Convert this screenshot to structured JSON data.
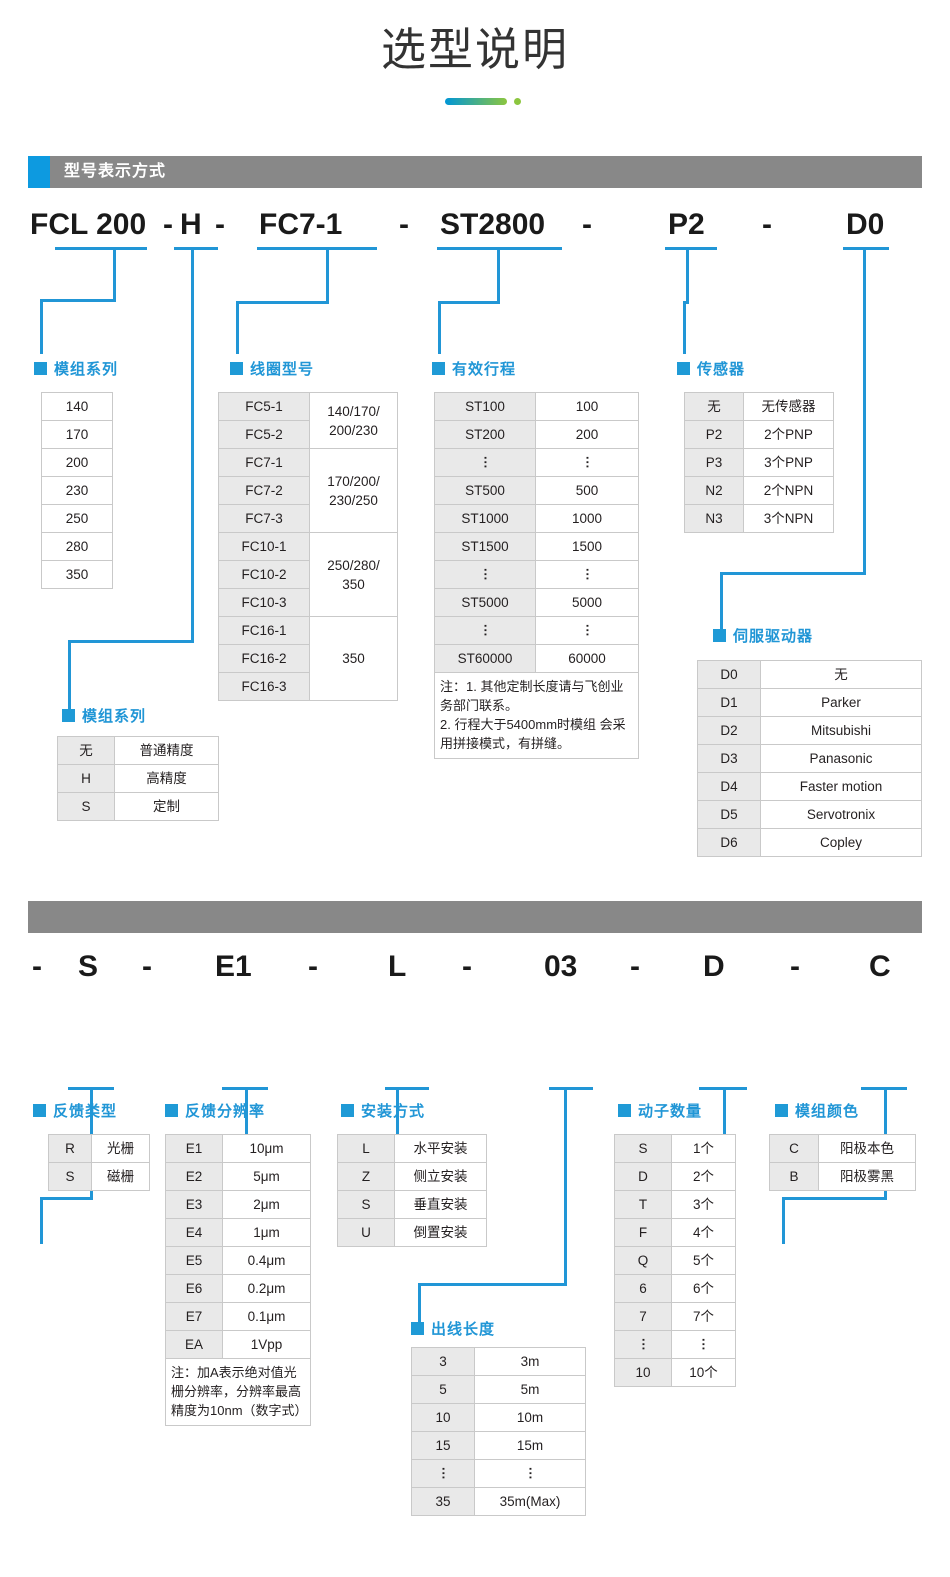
{
  "page": {
    "title": "选型说明",
    "accent_blue": "#1f9ad6",
    "bar_gray": "#888888",
    "key_cell_gray": "#e9e9e9"
  },
  "section1": {
    "bar_label": "型号表示方式",
    "code": {
      "segments": [
        "FCL 200",
        "H",
        "FC7-1",
        "ST2800",
        "P2",
        "D0"
      ],
      "dash": "-"
    },
    "groups": {
      "module_series": {
        "caption": "模组系列",
        "rows": [
          [
            "140"
          ],
          [
            "170"
          ],
          [
            "200"
          ],
          [
            "230"
          ],
          [
            "250"
          ],
          [
            "280"
          ],
          [
            "350"
          ]
        ]
      },
      "coil_model": {
        "caption": "线圈型号",
        "rows": [
          {
            "k": "FC5-1",
            "v": "140/170/\n200/230",
            "span": 2
          },
          {
            "k": "FC5-2"
          },
          {
            "k": "FC7-1",
            "v": "170/200/\n230/250",
            "span": 3
          },
          {
            "k": "FC7-2"
          },
          {
            "k": "FC7-3"
          },
          {
            "k": "FC10-1",
            "v": "250/280/\n350",
            "span": 3
          },
          {
            "k": "FC10-2"
          },
          {
            "k": "FC10-3"
          },
          {
            "k": "FC16-1",
            "v": "350",
            "span": 3
          },
          {
            "k": "FC16-2"
          },
          {
            "k": "FC16-3"
          }
        ]
      },
      "effective_stroke": {
        "caption": "有效行程",
        "rows": [
          {
            "k": "ST100",
            "v": "100"
          },
          {
            "k": "ST200",
            "v": "200"
          },
          {
            "k": "⋮",
            "v": "⋮",
            "dots": true
          },
          {
            "k": "ST500",
            "v": "500"
          },
          {
            "k": "ST1000",
            "v": "1000"
          },
          {
            "k": "ST1500",
            "v": "1500"
          },
          {
            "k": "⋮",
            "v": "⋮",
            "dots": true
          },
          {
            "k": "ST5000",
            "v": "5000"
          },
          {
            "k": "⋮",
            "v": "⋮",
            "dots": true
          },
          {
            "k": "ST60000",
            "v": "60000"
          }
        ],
        "note": "注：1. 其他定制长度请与飞创业务部门联系。\n2. 行程大于5400mm时模组 会采用拼接模式，有拼缝。"
      },
      "sensor": {
        "caption": "传感器",
        "rows": [
          {
            "k": "无",
            "v": "无传感器"
          },
          {
            "k": "P2",
            "v": "2个PNP"
          },
          {
            "k": "P3",
            "v": "3个PNP"
          },
          {
            "k": "N2",
            "v": "2个NPN"
          },
          {
            "k": "N3",
            "v": "3个NPN"
          }
        ]
      },
      "precision": {
        "caption": "模组系列",
        "rows": [
          {
            "k": "无",
            "v": "普通精度"
          },
          {
            "k": "H",
            "v": "高精度"
          },
          {
            "k": "S",
            "v": "定制"
          }
        ]
      },
      "servo_driver": {
        "caption": "伺服驱动器",
        "rows": [
          {
            "k": "D0",
            "v": "无"
          },
          {
            "k": "D1",
            "v": "Parker"
          },
          {
            "k": "D2",
            "v": "Mitsubishi"
          },
          {
            "k": "D3",
            "v": "Panasonic"
          },
          {
            "k": "D4",
            "v": "Faster motion"
          },
          {
            "k": "D5",
            "v": "Servotronix"
          },
          {
            "k": "D6",
            "v": "Copley"
          }
        ]
      }
    }
  },
  "section2": {
    "bar_label": "",
    "code": {
      "segments": [
        "S",
        "E1",
        "L",
        "03",
        "D",
        "C"
      ],
      "dash": "-"
    },
    "groups": {
      "feedback_type": {
        "caption": "反馈类型",
        "rows": [
          {
            "k": "R",
            "v": "光栅"
          },
          {
            "k": "S",
            "v": "磁栅"
          }
        ]
      },
      "feedback_resolution": {
        "caption": "反馈分辨率",
        "rows": [
          {
            "k": "E1",
            "v": "10μm"
          },
          {
            "k": "E2",
            "v": "5μm"
          },
          {
            "k": "E3",
            "v": "2μm"
          },
          {
            "k": "E4",
            "v": "1μm"
          },
          {
            "k": "E5",
            "v": "0.4μm"
          },
          {
            "k": "E6",
            "v": "0.2μm"
          },
          {
            "k": "E7",
            "v": "0.1μm"
          },
          {
            "k": "EA",
            "v": "1Vpp"
          }
        ],
        "note": "注：加A表示绝对值光栅分辨率，分辨率最高精度为10nm（数字式）"
      },
      "mounting": {
        "caption": "安装方式",
        "rows": [
          {
            "k": "L",
            "v": "水平安装"
          },
          {
            "k": "Z",
            "v": "侧立安装"
          },
          {
            "k": "S",
            "v": "垂直安装"
          },
          {
            "k": "U",
            "v": "倒置安装"
          }
        ]
      },
      "cable_length": {
        "caption": "出线长度",
        "rows": [
          {
            "k": "3",
            "v": "3m"
          },
          {
            "k": "5",
            "v": "5m"
          },
          {
            "k": "10",
            "v": "10m"
          },
          {
            "k": "15",
            "v": "15m"
          },
          {
            "k": "⋮",
            "v": "⋮",
            "dots": true
          },
          {
            "k": "35",
            "v": "35m(Max)"
          }
        ]
      },
      "mover_count": {
        "caption": "动子数量",
        "rows": [
          {
            "k": "S",
            "v": "1个"
          },
          {
            "k": "D",
            "v": "2个"
          },
          {
            "k": "T",
            "v": "3个"
          },
          {
            "k": "F",
            "v": "4个"
          },
          {
            "k": "Q",
            "v": "5个"
          },
          {
            "k": "6",
            "v": "6个"
          },
          {
            "k": "7",
            "v": "7个"
          },
          {
            "k": "⋮",
            "v": "⋮",
            "dots": true
          },
          {
            "k": "10",
            "v": "10个"
          }
        ]
      },
      "module_color": {
        "caption": "模组颜色",
        "rows": [
          {
            "k": "C",
            "v": "阳极本色"
          },
          {
            "k": "B",
            "v": "阳极雾黑"
          }
        ]
      }
    }
  }
}
